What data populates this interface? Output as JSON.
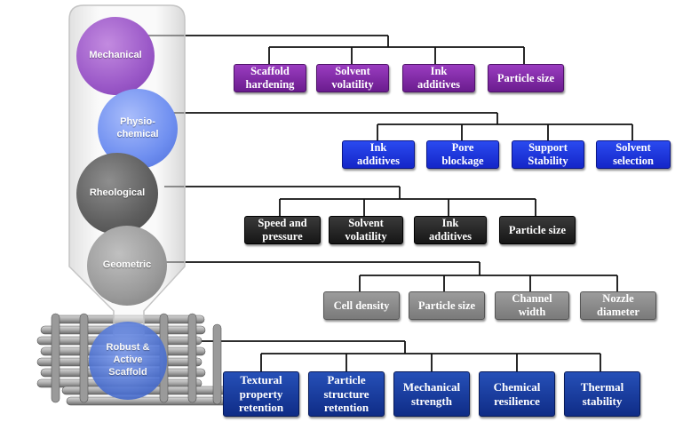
{
  "stages": [
    {
      "label": "Mechanical",
      "color": "#9b59c8",
      "factors": [
        {
          "label": "Scaffold\nhardening"
        },
        {
          "label": "Solvent\nvolatility"
        },
        {
          "label": "Ink\nadditives"
        },
        {
          "label": "Particle size"
        }
      ]
    },
    {
      "label": "Physio-\nchemical",
      "color": "#6f8ff0",
      "factors": [
        {
          "label": "Ink\nadditives"
        },
        {
          "label": "Pore\nblockage"
        },
        {
          "label": "Support\nStability"
        },
        {
          "label": "Solvent\nselection"
        }
      ]
    },
    {
      "label": "Rheological",
      "color": "#666666",
      "factors": [
        {
          "label": "Speed and\npressure"
        },
        {
          "label": "Solvent\nvolatility"
        },
        {
          "label": "Ink\nadditives"
        },
        {
          "label": "Particle size"
        }
      ]
    },
    {
      "label": "Geometric",
      "color": "#9a9a9a",
      "factors": [
        {
          "label": "Cell density"
        },
        {
          "label": "Particle size"
        },
        {
          "label": "Channel\nwidth"
        },
        {
          "label": "Nozzle\ndiameter"
        }
      ]
    }
  ],
  "result": {
    "label": "Robust &\nActive\nScaffold",
    "color": "#4a6fd0",
    "properties": [
      {
        "label": "Textural\nproperty\nretention"
      },
      {
        "label": "Particle\nstructure\nretention"
      },
      {
        "label": "Mechanical\nstrength"
      },
      {
        "label": "Chemical\nresilience"
      },
      {
        "label": "Thermal\nstability"
      }
    ]
  }
}
